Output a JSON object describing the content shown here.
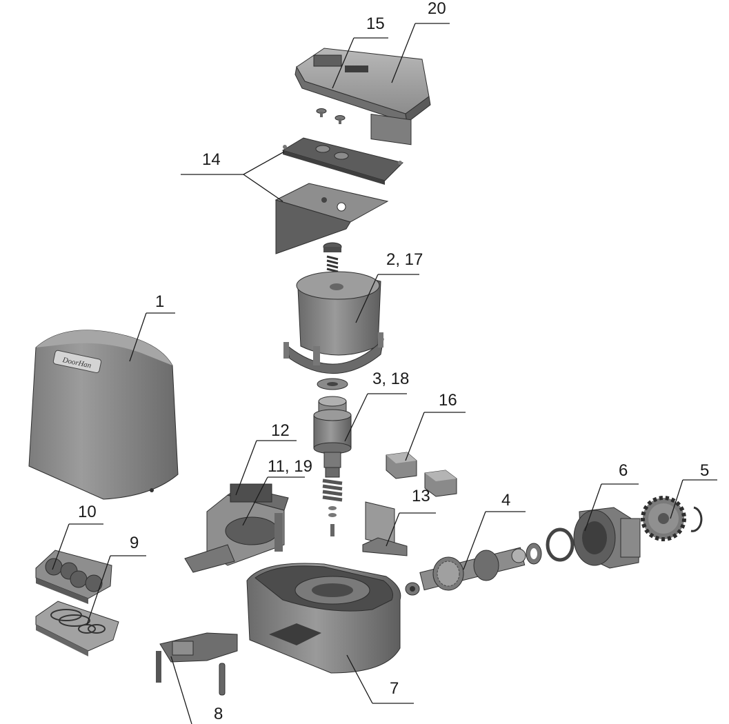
{
  "colors": {
    "background": "#ffffff",
    "part_dark": "#5a5a5a",
    "part_mid": "#7d7d7d",
    "part_light": "#a9a9a9",
    "leader": "#1a1a1a"
  },
  "callouts": {
    "c1": "1",
    "c2_17": "2, 17",
    "c3_18": "3, 18",
    "c4": "4",
    "c5": "5",
    "c6": "6",
    "c7": "7",
    "c8": "8",
    "c9": "9",
    "c10": "10",
    "c11_19": "11, 19",
    "c12": "12",
    "c13": "13",
    "c14": "14",
    "c15": "15",
    "c16": "16",
    "c20": "20"
  },
  "cover_badge": "DoorHan"
}
